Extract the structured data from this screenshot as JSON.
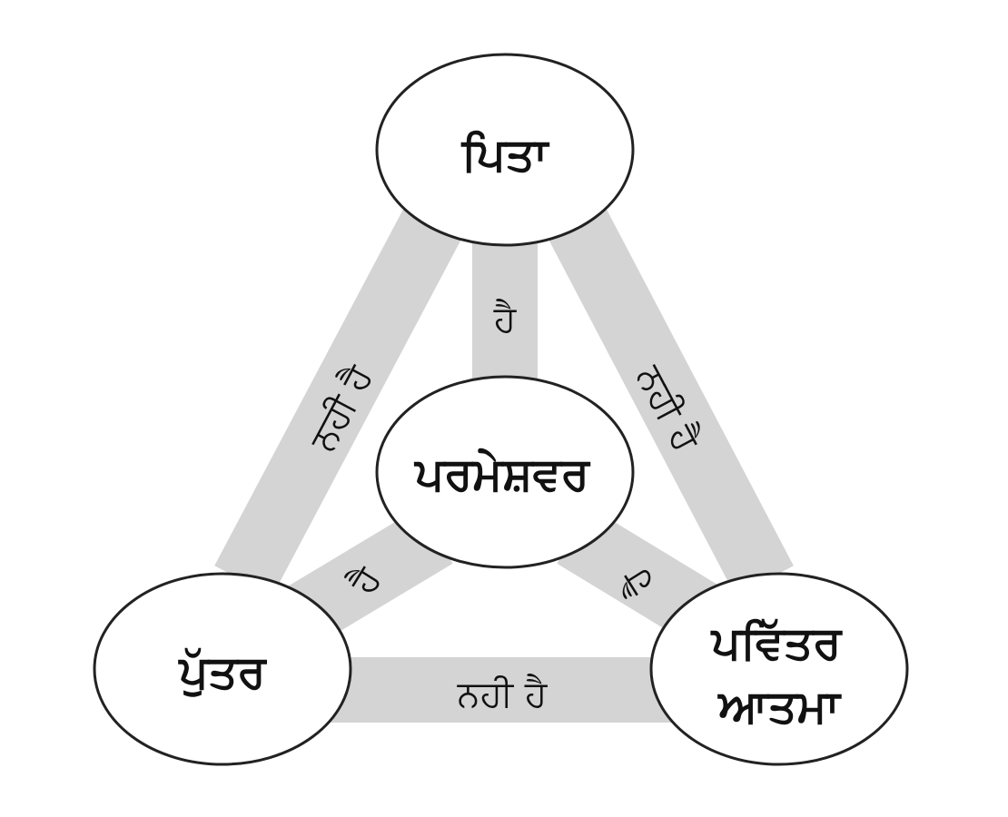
{
  "diagram": {
    "nodes": {
      "father": "ਪਿਤਾ",
      "god": "ਪਰਮੇਸ਼ਵਰ",
      "son": "ਪੁੱਤਰ",
      "spirit_line1": "ਪਵਿੱਤਰ",
      "spirit_line2": "ਆਤਮਾ"
    },
    "edges": {
      "is": "ਹੈ",
      "is_not": "ਨਹੀ ਹੈ"
    }
  },
  "colors": {
    "band": "#d4d4d4",
    "stroke": "#222222"
  }
}
